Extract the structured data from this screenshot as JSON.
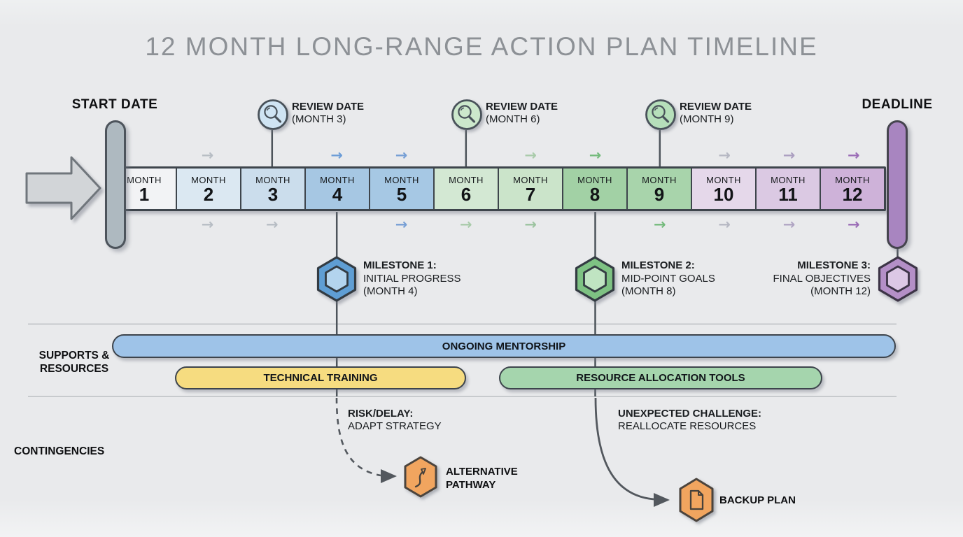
{
  "title": "12 MONTH LONG-RANGE ACTION PLAN TIMELINE",
  "timeline": {
    "start_label": "START DATE",
    "deadline_label": "DEADLINE",
    "month_word": "MONTH",
    "arrow_glyph": "→",
    "start_capsule_color": "#aeb9c0",
    "deadline_capsule_color": "#a885c0",
    "months": [
      {
        "number": "1",
        "fill": "#f2f3f5"
      },
      {
        "number": "2",
        "fill": "#dbe8f2"
      },
      {
        "number": "3",
        "fill": "#cbddec"
      },
      {
        "number": "4",
        "fill": "#a6c7e3"
      },
      {
        "number": "5",
        "fill": "#a6c8e4"
      },
      {
        "number": "6",
        "fill": "#d3e8d3"
      },
      {
        "number": "7",
        "fill": "#cbe4ca"
      },
      {
        "number": "8",
        "fill": "#a2d1a5"
      },
      {
        "number": "9",
        "fill": "#a8d4ab"
      },
      {
        "number": "10",
        "fill": "#e5d8ea"
      },
      {
        "number": "11",
        "fill": "#dbc9e3"
      },
      {
        "number": "12",
        "fill": "#ceb2d9"
      }
    ],
    "arrows_above": [
      {
        "month": 2,
        "color": "#b7bdc4"
      },
      {
        "month": 4,
        "color": "#6c9dd7"
      },
      {
        "month": 5,
        "color": "#769fd5"
      },
      {
        "month": 7,
        "color": "#a9cbaa"
      },
      {
        "month": 8,
        "color": "#74ba7c"
      },
      {
        "month": 10,
        "color": "#b6b8c3"
      },
      {
        "month": 11,
        "color": "#ab9fc0"
      },
      {
        "month": 12,
        "color": "#9a6cb6"
      }
    ],
    "arrows_below": [
      {
        "month": 2,
        "color": "#b7bdc4"
      },
      {
        "month": 3,
        "color": "#b7bdc4"
      },
      {
        "month": 5,
        "color": "#769fd5"
      },
      {
        "month": 6,
        "color": "#a9cbaa"
      },
      {
        "month": 7,
        "color": "#9cc39f"
      },
      {
        "month": 9,
        "color": "#74ba7c"
      },
      {
        "month": 10,
        "color": "#b6b8c3"
      },
      {
        "month": 11,
        "color": "#b0a5c3"
      },
      {
        "month": 12,
        "color": "#9a6cb6"
      }
    ]
  },
  "reviews": [
    {
      "label": "REVIEW DATE",
      "sublabel": "(MONTH 3)",
      "month": 3,
      "fill": "#cfe4f3",
      "icon": "magnifier-icon"
    },
    {
      "label": "REVIEW DATE",
      "sublabel": "(MONTH 6)",
      "month": 6,
      "fill": "#cce8cc",
      "icon": "magnifier-icon"
    },
    {
      "label": "REVIEW DATE",
      "sublabel": "(MONTH 9)",
      "month": 9,
      "fill": "#b6dfba",
      "icon": "magnifier-icon"
    }
  ],
  "milestones": [
    {
      "title": "MILESTONE 1:",
      "desc": "INITIAL PROGRESS",
      "when": "(MONTH 4)",
      "outer": "#5f9ed4",
      "inner": "#b3d4ee"
    },
    {
      "title": "MILESTONE 2:",
      "desc": "MID-POINT GOALS",
      "when": "(MONTH 8)",
      "outer": "#7ec283",
      "inner": "#c0e4c2"
    },
    {
      "title": "MILESTONE 3:",
      "desc": "FINAL OBJECTIVES",
      "when": "(MONTH 12)",
      "outer": "#b48fc7",
      "inner": "#dcc8e5"
    }
  ],
  "supports": {
    "label_line1": "SUPPORTS &",
    "label_line2": "RESOURCES",
    "bars": [
      {
        "label": "ONGOING MENTORSHIP",
        "fill": "#9ec3e8"
      },
      {
        "label": "TECHNICAL TRAINING",
        "fill": "#f6dc80"
      },
      {
        "label": "RESOURCE ALLOCATION TOOLS",
        "fill": "#a5d5ad"
      }
    ]
  },
  "contingencies": {
    "section_label": "CONTINGENCIES",
    "items": [
      {
        "title": "RISK/DELAY:",
        "desc": "ADAPT STRATEGY",
        "target_line1": "ALTERNATIVE",
        "target_line2": "PATHWAY",
        "icon": "curved-arrow-icon",
        "hex_fill": "#f1a55f",
        "line_style": "dashed"
      },
      {
        "title": "UNEXPECTED CHALLENGE:",
        "desc": "REALLOCATE RESOURCES",
        "target_line1": "BACKUP PLAN",
        "target_line2": "",
        "icon": "document-icon",
        "hex_fill": "#f1a55f",
        "line_style": "solid"
      }
    ]
  }
}
